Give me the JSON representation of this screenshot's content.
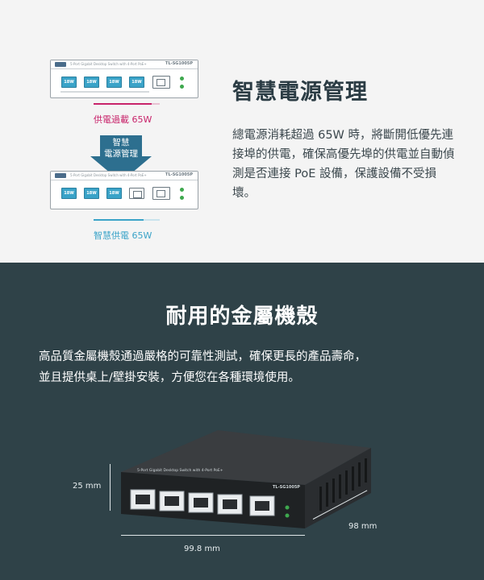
{
  "top": {
    "title": "智慧電源管理",
    "body": "總電源消耗超過 65W 時，將斷開低優先連接埠的供電，確保高優先埠的供電並自動偵測是否連接 PoE 設備，保護設備不受損壞。",
    "label_overload": "供電過載 65W",
    "label_smart": "智慧供電 65W",
    "arrow_text_line1": "智慧",
    "arrow_text_line2": "電源管理",
    "switch_model": "TL-SG1005P",
    "switch_desc": "5-Port Gigabit Desktop Switch with 4-Port PoE+",
    "port_labels_top": [
      "18W",
      "18W",
      "18W",
      "18W"
    ],
    "port_labels_bottom": [
      "18W",
      "18W",
      "18W"
    ],
    "colors": {
      "overload": "#c8236a",
      "smart": "#3aa3c8",
      "arrow": "#2d6f8f"
    }
  },
  "bottom": {
    "title": "耐用的金屬機殼",
    "body_line1": "高品質金屬機殼通過嚴格的可靠性測試，確保更長的產品壽命，",
    "body_line2": "並且提供桌上/壁掛安裝，方便您在各種環境使用。",
    "dim_height": "25 mm",
    "dim_width": "99.8 mm",
    "dim_depth": "98 mm",
    "switch_model": "TL-SG1005P",
    "switch_desc": "5-Port Gigabit Desktop Switch with 4-Port PoE+"
  }
}
